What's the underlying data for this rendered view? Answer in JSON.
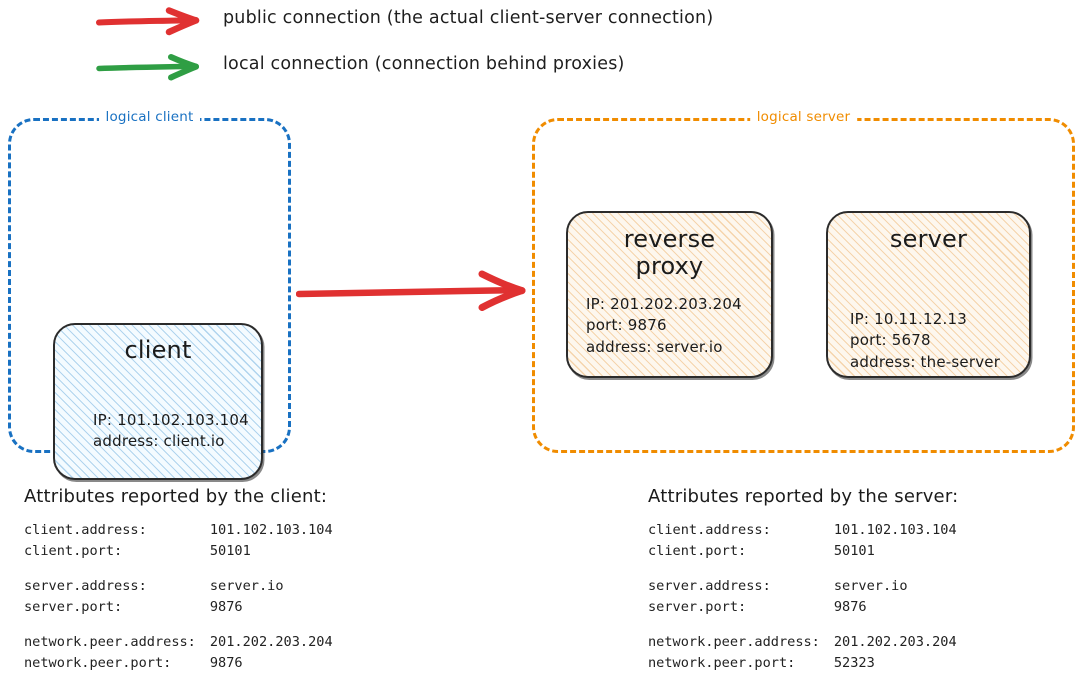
{
  "legend": {
    "items": [
      {
        "icon": "red-arrow-icon",
        "color": "#e03131",
        "label": "public connection (the actual client-server connection)"
      },
      {
        "icon": "green-arrow-icon",
        "color": "#2f9e44",
        "label": "local connection (connection behind proxies)"
      }
    ]
  },
  "diagram": {
    "logical_client": {
      "label": "logical client",
      "border_color": "#1971c2",
      "node": {
        "title": "client",
        "fill_color": "#f4fbff",
        "lines": [
          "IP: 101.102.103.104",
          "address: client.io"
        ]
      }
    },
    "logical_server": {
      "label": "logical server",
      "border_color": "#f08c00",
      "nodes": [
        {
          "title": "reverse\nproxy",
          "fill_color": "#fdf7ee",
          "lines": [
            "IP: 201.202.203.204",
            "port: 9876",
            "address: server.io"
          ]
        },
        {
          "title": "server",
          "fill_color": "#fdf7ee",
          "lines": [
            "IP: 10.11.12.13",
            "port: 5678",
            "address: the-server"
          ]
        }
      ]
    },
    "main_connection": {
      "icon": "red-arrow-icon",
      "color": "#e03131",
      "from": "client",
      "to": "logical server"
    }
  },
  "attributes": {
    "client_panel": {
      "title": "Attributes reported by the client:",
      "groups": [
        {
          "rows": [
            {
              "key": "client.address:",
              "value": "101.102.103.104"
            },
            {
              "key": "client.port:",
              "value": "50101"
            }
          ]
        },
        {
          "rows": [
            {
              "key": "server.address:",
              "value": "server.io"
            },
            {
              "key": "server.port:",
              "value": "9876"
            }
          ]
        },
        {
          "rows": [
            {
              "key": "network.peer.address:",
              "value": "201.202.203.204"
            },
            {
              "key": "network.peer.port:",
              "value": "9876"
            }
          ]
        }
      ]
    },
    "server_panel": {
      "title": "Attributes reported by the server:",
      "groups": [
        {
          "rows": [
            {
              "key": "client.address:",
              "value": "101.102.103.104"
            },
            {
              "key": "client.port:",
              "value": "50101"
            }
          ]
        },
        {
          "rows": [
            {
              "key": "server.address:",
              "value": "server.io"
            },
            {
              "key": "server.port:",
              "value": "9876"
            }
          ]
        },
        {
          "rows": [
            {
              "key": "network.peer.address:",
              "value": "201.202.203.204"
            },
            {
              "key": "network.peer.port:",
              "value": "52323"
            }
          ]
        }
      ]
    }
  }
}
